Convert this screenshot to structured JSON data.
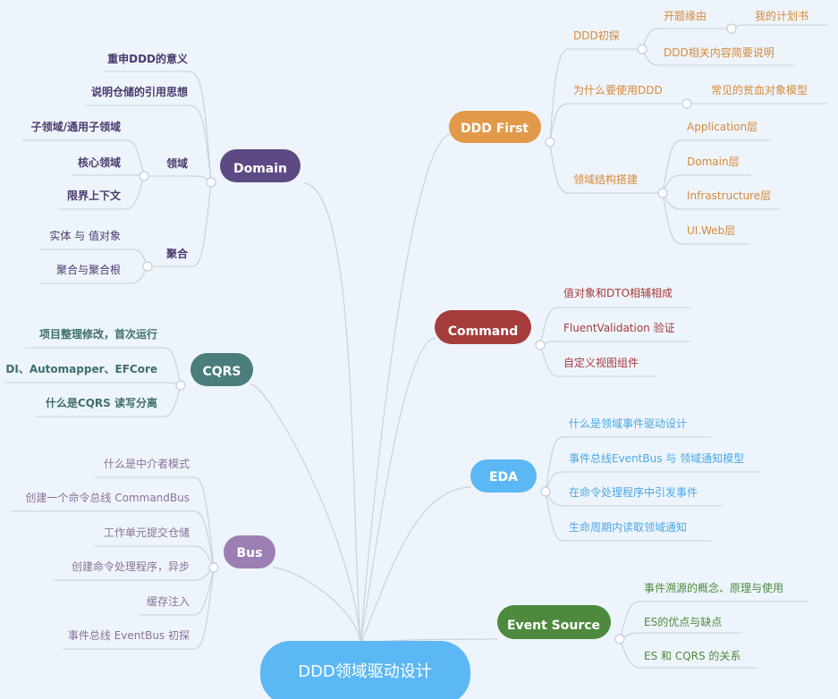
{
  "root": {
    "label": "DDD领域驱动设计",
    "color": "#5cb8f5"
  },
  "branches": {
    "ddd_first": {
      "label": "DDD First",
      "color": "#e3994a",
      "text_color": "#d58a3a",
      "group1": {
        "label": "DDD初探",
        "sub1": {
          "label": "开题缘由",
          "child": "我的计划书"
        },
        "sub2": "DDD相关内容简要说明"
      },
      "group2": {
        "label": "为什么要使用DDD",
        "child": "常见的贫血对象模型"
      },
      "group3": {
        "label": "领域结构搭建",
        "items": [
          "Application层",
          "Domain层",
          "Infrastructure层",
          "UI.Web层"
        ]
      }
    },
    "command": {
      "label": "Command",
      "color": "#a63c3c",
      "text_color": "#a63c3c",
      "items": [
        "值对象和DTO相辅相成",
        "FluentValidation 验证",
        "自定义视图组件"
      ]
    },
    "eda": {
      "label": "EDA",
      "color": "#5cb8f5",
      "text_color": "#4aa8e8",
      "items": [
        "什么是领域事件驱动设计",
        "事件总线EventBus 与 领域通知模型",
        "在命令处理程序中引发事件",
        "生命周期内读取领域通知"
      ]
    },
    "event_source": {
      "label": "Event Source",
      "color": "#4e8a3e",
      "text_color": "#4e8a3e",
      "items": [
        "事件溯源的概念、原理与使用",
        "ES的优点与缺点",
        "ES 和 CQRS 的关系"
      ]
    },
    "domain": {
      "label": "Domain",
      "color": "#5d4a85",
      "text_color": "#4a3c6e",
      "items": [
        "重申DDD的意义",
        "说明仓储的引用思想"
      ],
      "group1": {
        "label": "领域",
        "items": [
          "子领域/通用子领域",
          "核心领域",
          "限界上下文"
        ]
      },
      "group2": {
        "label": "聚合",
        "items": [
          "实体 与 值对象",
          "聚合与聚合根"
        ]
      }
    },
    "cqrs": {
      "label": "CQRS",
      "color": "#4a7d7b",
      "text_color": "#3e6f6d",
      "items": [
        "项目整理修改，首次运行",
        "DI、Automapper、EFCore",
        "什么是CQRS 读写分离"
      ]
    },
    "bus": {
      "label": "Bus",
      "color": "#9b7fb5",
      "text_color": "#8a7399",
      "items": [
        "什么是中介者模式",
        "创建一个命令总线 CommandBus",
        "工作单元提交仓储",
        "创建命令处理程序，异步",
        "缓存注入",
        "事件总线 EventBus 初探"
      ]
    }
  }
}
